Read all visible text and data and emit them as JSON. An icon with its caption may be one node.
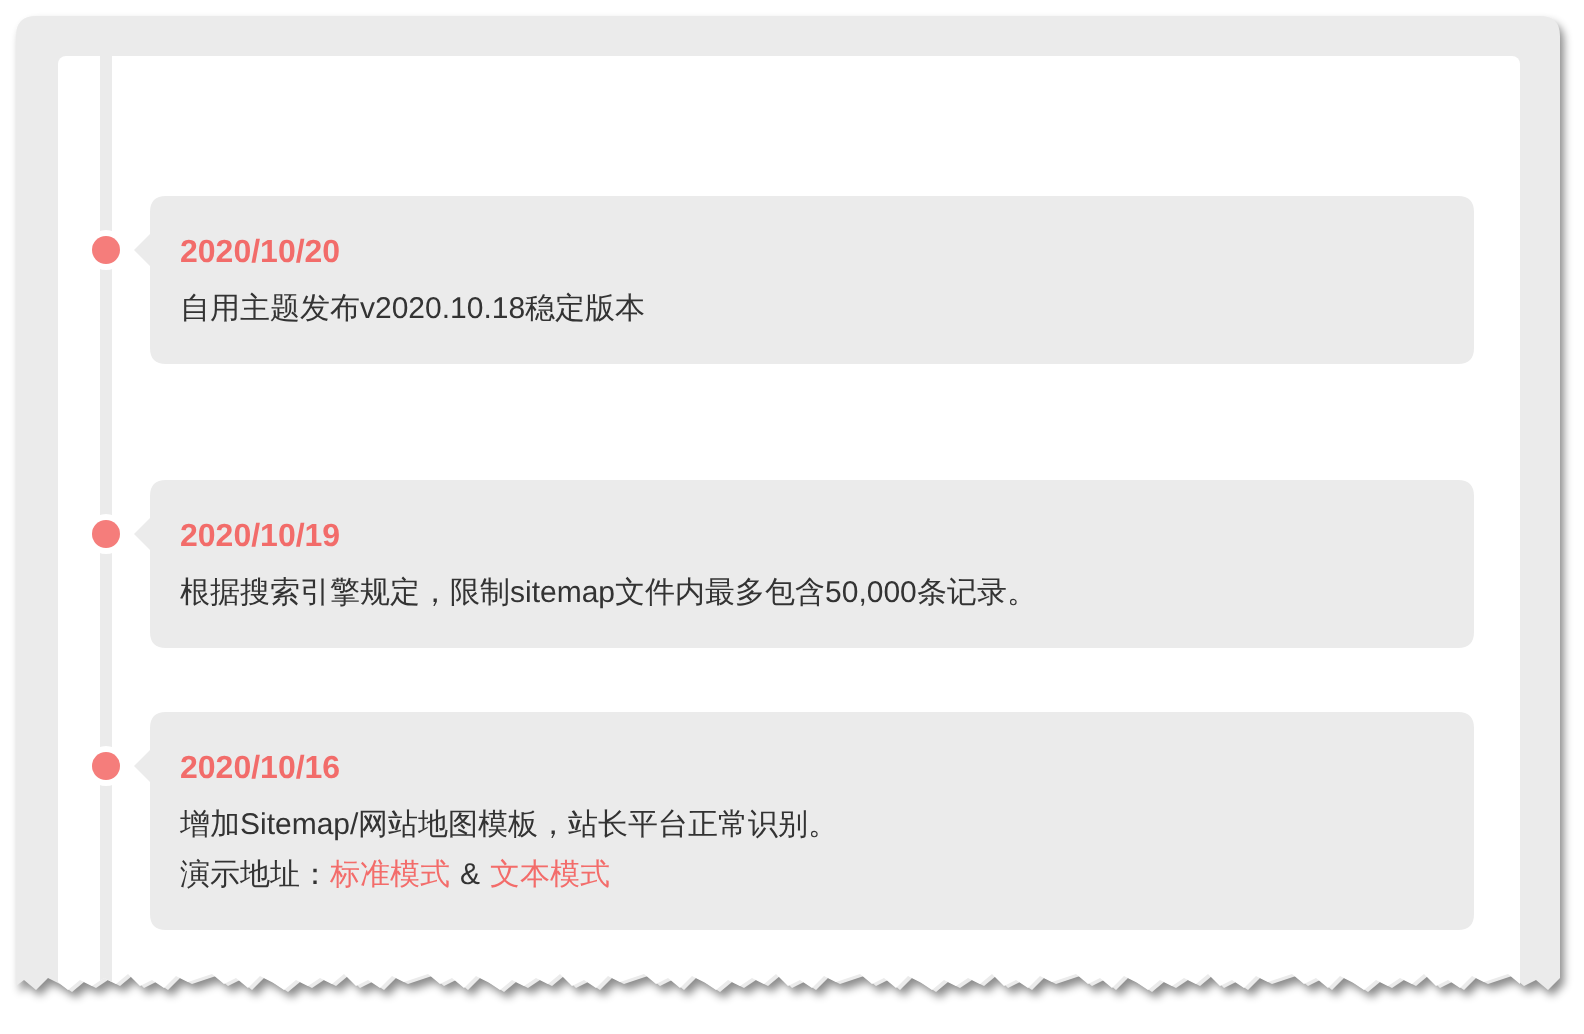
{
  "diagram": {
    "nodes": [
      {
        "text": [
          "2020/10/20",
          "自用主题发布v2020.10.18稳定版本"
        ]
      },
      {
        "text": [
          "2020/10/19",
          "根据搜索引擎规定，限制sitemap文件内最多包含50,000条记录。"
        ]
      },
      {
        "text": [
          "2020/10/16",
          "增加Sitemap/网站地图模板，站长平台正常识别。",
          "演示地址：",
          "标准模式",
          "&",
          "文本模式"
        ]
      }
    ]
  }
}
